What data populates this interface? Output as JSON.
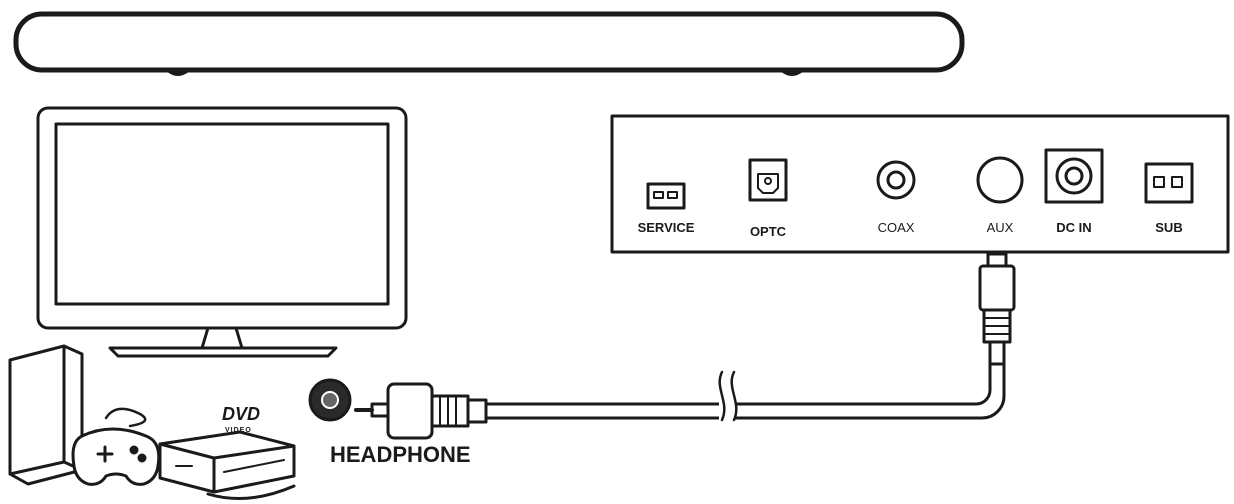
{
  "panel": {
    "ports": [
      {
        "id": "service",
        "label": "SERVICE"
      },
      {
        "id": "optc",
        "label": "OPTC"
      },
      {
        "id": "coax",
        "label": "COAX"
      },
      {
        "id": "aux",
        "label": "AUX"
      },
      {
        "id": "dcin",
        "label": "DC IN"
      },
      {
        "id": "sub",
        "label": "SUB"
      }
    ]
  },
  "source": {
    "headphone_label": "HEADPHONE",
    "dvd_logo": "DVD",
    "dvd_sub": "VIDEO"
  },
  "colors": {
    "line": "#1a1a1a",
    "fill": "#ffffff",
    "jack": "#2a2a2a"
  }
}
